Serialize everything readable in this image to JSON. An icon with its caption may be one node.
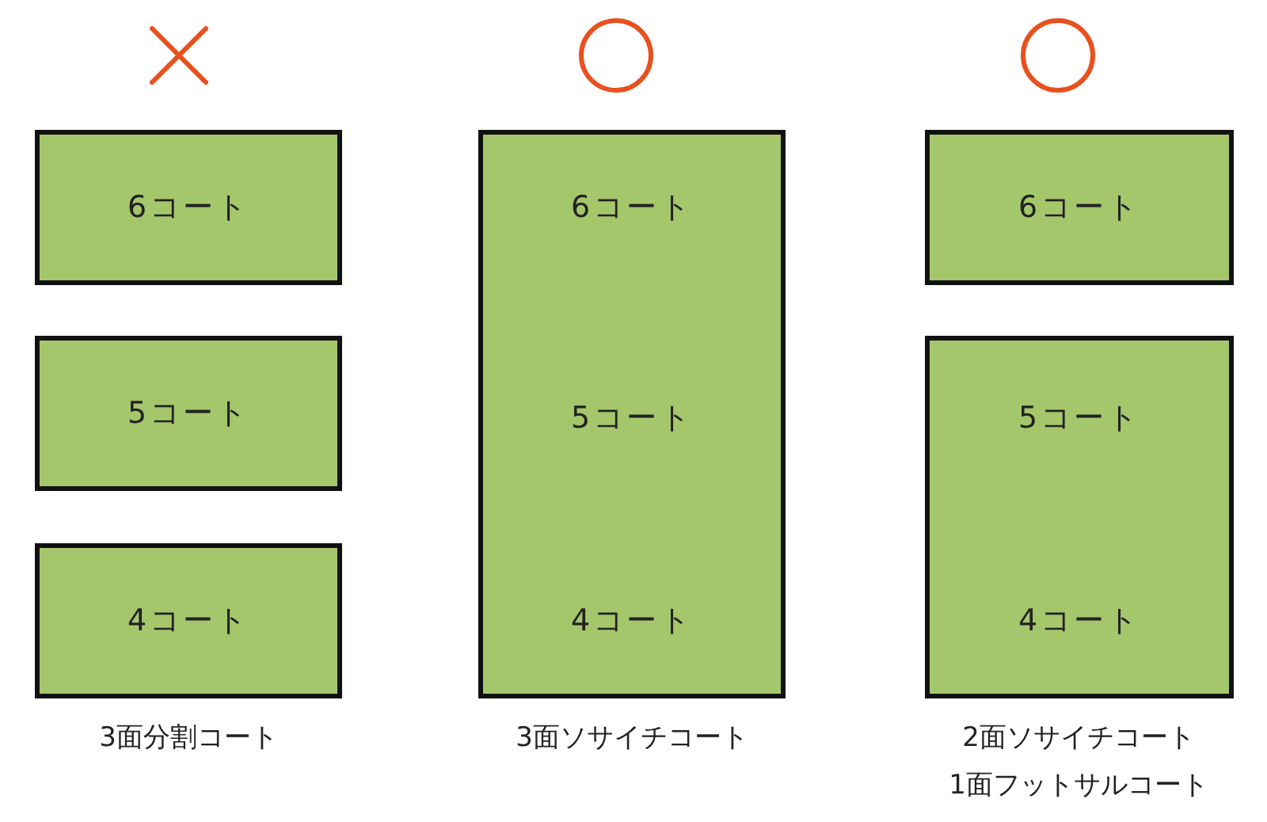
{
  "diagram": {
    "nodes": [
      {
        "text": [
          "6コート"
        ]
      },
      {
        "text": [
          "5コート"
        ]
      },
      {
        "text": [
          "4コート"
        ]
      },
      {
        "text": [
          "6コート",
          "5コート",
          "4コート"
        ]
      },
      {
        "text": [
          "6コート"
        ]
      },
      {
        "text": [
          "5コート",
          "4コート"
        ]
      }
    ],
    "edges": [],
    "labels": [
      "3面分割コート",
      "3面ソサイチコート",
      "2面ソサイチコート",
      "1面フットサルコート"
    ]
  }
}
